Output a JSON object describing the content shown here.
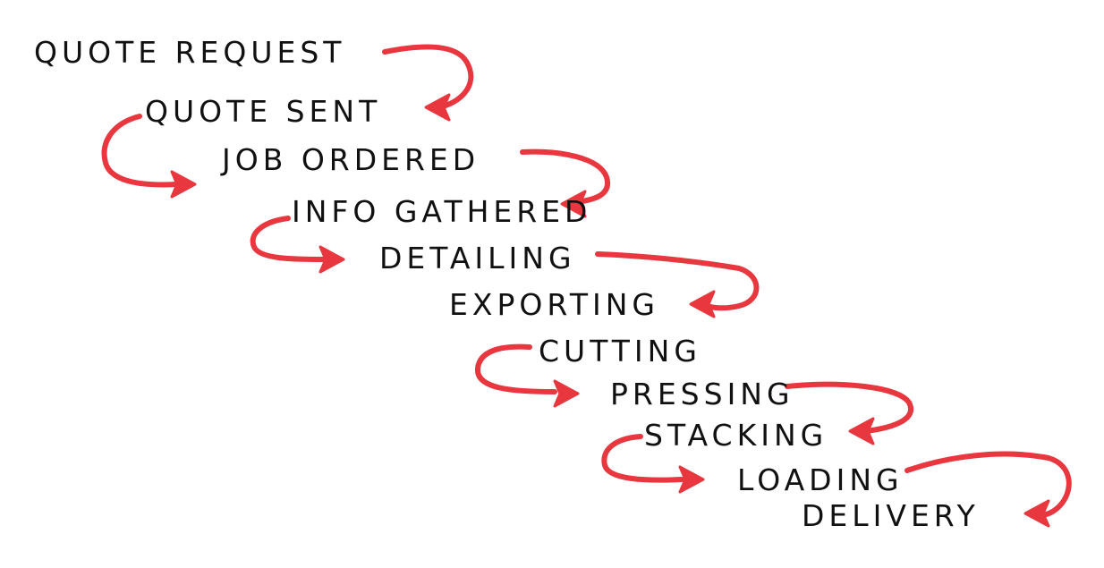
{
  "diagram": {
    "steps": [
      "QUOTE REQUEST",
      "QUOTE SENT",
      "JOB ORDERED",
      "INFO GATHERED",
      "DETAILING",
      "EXPORTING",
      "CUTTING",
      "PRESSING",
      "STACKING",
      "LOADING",
      "DELIVERY"
    ],
    "colors": {
      "text": "#111111",
      "arrow": "#e8373f",
      "background": "#ffffff"
    }
  }
}
